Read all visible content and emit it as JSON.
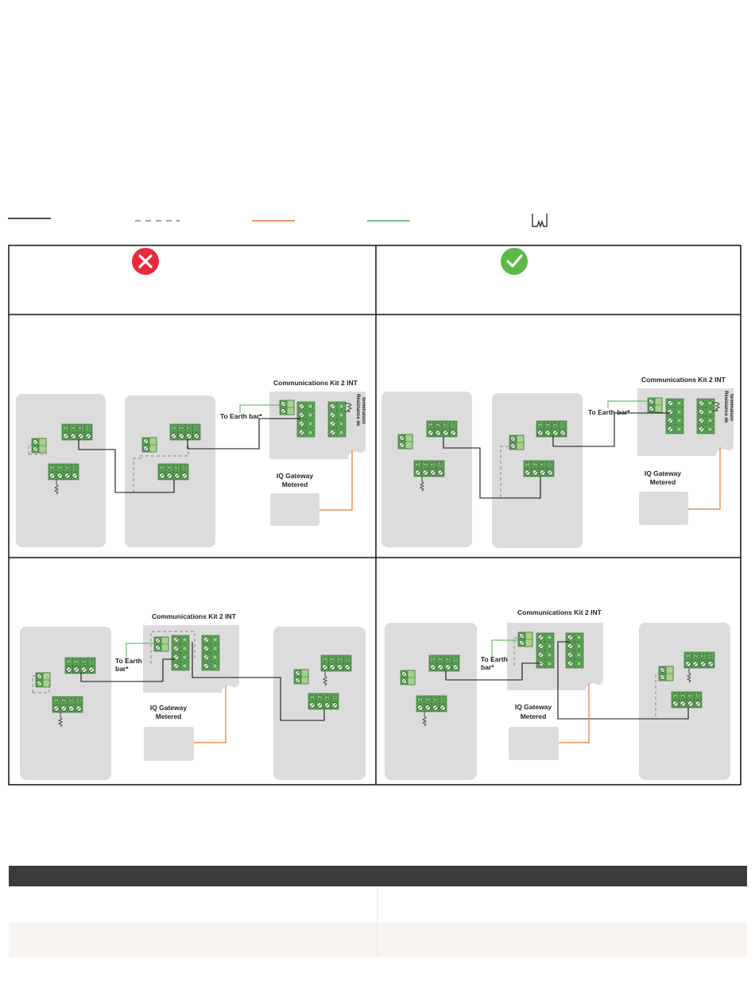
{
  "legend": {
    "items": [
      {
        "icon": "solid-line-icon",
        "color": "#111111"
      },
      {
        "icon": "dashed-line-icon",
        "color": "#888888"
      },
      {
        "icon": "orange-line-icon",
        "color": "#e8772e"
      },
      {
        "icon": "green-line-icon",
        "color": "#4caf50"
      },
      {
        "icon": "termination-resistor-icon",
        "color": "#333333"
      }
    ]
  },
  "comparison": {
    "incorrect_icon": "x-circle-icon",
    "correct_icon": "check-circle-icon",
    "incorrect_color": "#e8293e",
    "correct_color": "#5cb946"
  },
  "labels": {
    "comms_kit": "Communications Kit 2 INT",
    "to_earth_bar": "To Earth bar*",
    "to_earth": "To Earth",
    "bar": "bar*",
    "gateway_line1": "IQ Gateway",
    "gateway_line2": "Metered",
    "resistor_line1": "Résistance de",
    "resistor_line2": "terminaison"
  },
  "terminal_numbers": [
    "1",
    "2",
    "3",
    "4"
  ],
  "colors": {
    "terminal_green": "#5fa85a",
    "terminal_light": "#a9d18e",
    "device_gray": "#dcdcdc",
    "table_header": "#3b3b3b",
    "table_alt_row": "#f8f4ef"
  }
}
